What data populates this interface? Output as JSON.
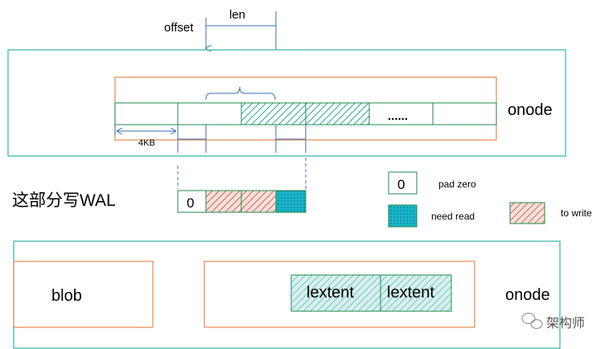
{
  "labels": {
    "offset": "offset",
    "len": "len",
    "onode_top": "onode",
    "dots": "......",
    "block_size": "4KB",
    "wal_caption": "这部分写WAL",
    "wal_zero": "0",
    "blob": "blob",
    "lextent_1": "lextent",
    "lextent_2": "lextent",
    "onode_bottom": "onode",
    "watermark": "架构师"
  },
  "legend": {
    "pad_zero_symbol": "0",
    "pad_zero": "pad zero",
    "need_read": "need read",
    "to_write": "to write"
  },
  "colors": {
    "onode_border": "#2fb0a8",
    "extent_border": "#e08a50",
    "block_border": "#1f8a4a",
    "hatch_teal": "#2aa5a0",
    "hatch_red": "#d04040",
    "need_read_fill": "#19b5c8",
    "lextent_fill": "#d8f0ee"
  }
}
